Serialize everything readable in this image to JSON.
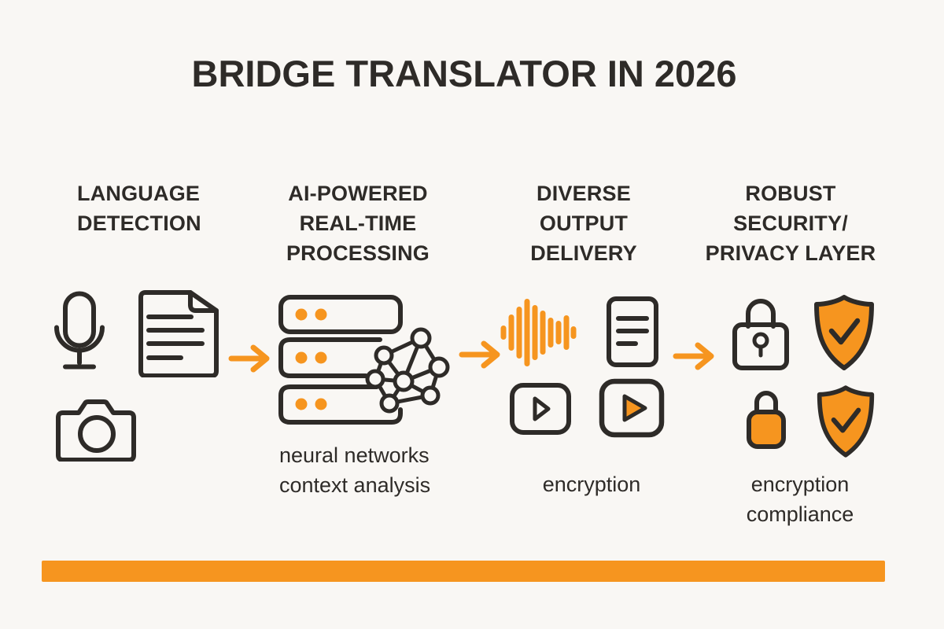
{
  "colors": {
    "accent": "#F6951F",
    "ink": "#2E2B28",
    "bg": "#F9F7F4"
  },
  "title": "BRIDGE TRANSLATOR IN 2026",
  "columns": [
    {
      "id": "language-detection",
      "heading_lines": [
        "LANGUAGE",
        "DETECTION"
      ],
      "icons": [
        "microphone-icon",
        "document-icon",
        "camera-icon"
      ],
      "caption_lines": []
    },
    {
      "id": "ai-powered-real-time-processing",
      "heading_lines": [
        "AI-POWERED",
        "REAL-TIME",
        "PROCESSING"
      ],
      "icons": [
        "server-stack-icon",
        "neural-network-icon"
      ],
      "caption_lines": [
        "neural networks",
        "context analysis"
      ]
    },
    {
      "id": "diverse-output-delivery",
      "heading_lines": [
        "DIVERSE",
        "OUTPUT",
        "DELIVERY"
      ],
      "icons": [
        "audio-waveform-icon",
        "text-document-icon",
        "video-play-outline-icon",
        "video-play-filled-icon"
      ],
      "caption_lines": [
        "encryption"
      ]
    },
    {
      "id": "robust-security-privacy-layer",
      "heading_lines": [
        "ROBUST",
        "SECURITY/",
        "PRIVACY LAYER"
      ],
      "icons": [
        "padlock-outline-icon",
        "shield-check-icon",
        "padlock-filled-icon",
        "shield-check-icon"
      ],
      "caption_lines": [
        "encryption",
        "compliance"
      ]
    }
  ],
  "flow_arrows": [
    "flow-arrow-1",
    "flow-arrow-2",
    "flow-arrow-3"
  ]
}
